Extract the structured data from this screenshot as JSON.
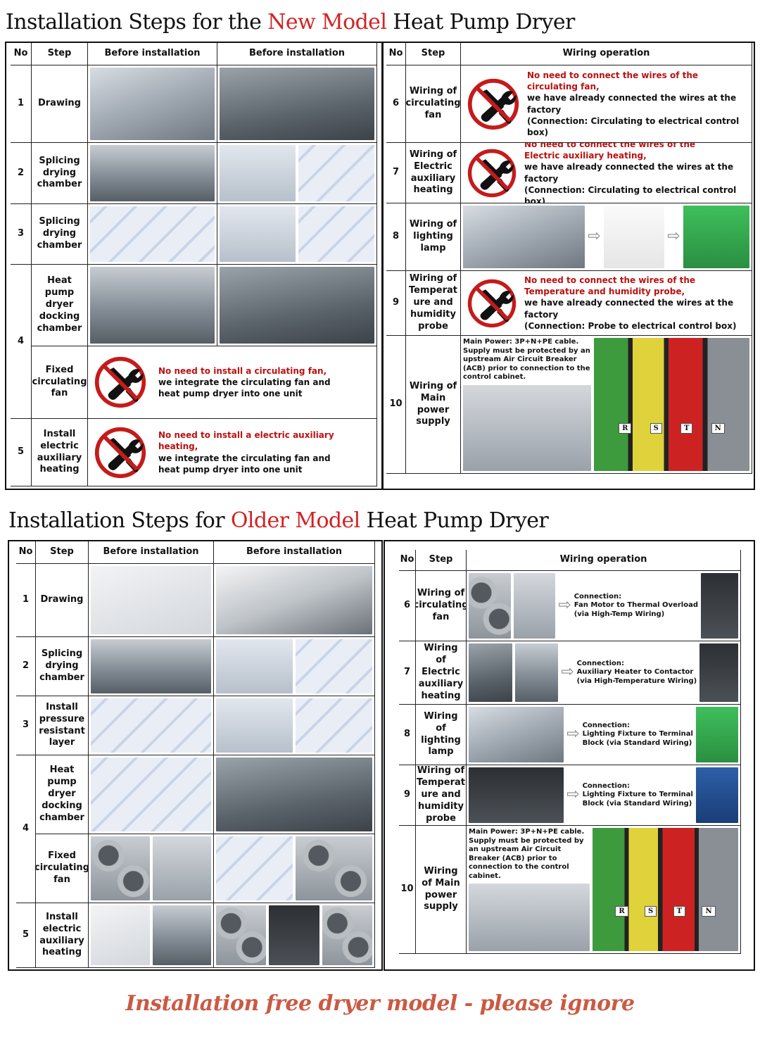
{
  "new": {
    "title_pre": "Installation Steps for the ",
    "title_hl": "New Model",
    "title_post": " Heat Pump Dryer",
    "left_headers": [
      "No",
      "Step",
      "Before installation",
      "Before installation"
    ],
    "right_headers": [
      "No",
      "Step",
      "Wiring operation"
    ],
    "steps": {
      "s1": {
        "no": "1",
        "label": "Drawing"
      },
      "s2": {
        "no": "2",
        "label": "Splicing drying chamber"
      },
      "s3": {
        "no": "3",
        "label": "Splicing drying chamber"
      },
      "s4": {
        "no": "4",
        "label_a": "Heat pump dryer docking chamber",
        "label_b": "Fixed circulating fan",
        "note_red": "No need to install a circulating fan,",
        "note_l2": "we integrate the circulating fan and",
        "note_l3": " heat pump dryer into one unit"
      },
      "s5": {
        "no": "5",
        "label": "Install electric auxiliary heating",
        "note_red": "No need to install a electric auxiliary heating,",
        "note_l2": "we integrate the circulating fan and",
        "note_l3": " heat pump dryer into one unit"
      }
    },
    "wiring": {
      "w6": {
        "no": "6",
        "label": "Wiring of circulating fan",
        "red": "No need to connect the wires of the circulating fan,",
        "l2": "we have already connected the wires at the factory",
        "l3": "(Connection: Circulating to electrical control box)"
      },
      "w7": {
        "no": "7",
        "label": "Wiring of Electric auxiliary heating",
        "red": "No need to connect the wires of the",
        "red2": " Electric auxiliary heating,",
        "l2": "we have already connected the wires at the factory",
        "l3": "(Connection: Circulating to electrical control box)"
      },
      "w8": {
        "no": "8",
        "label": "Wiring of lighting lamp"
      },
      "w9": {
        "no": "9",
        "label": "Wiring of Temperat ure and humidity probe",
        "red": "No need to connect the wires of the",
        "red2": " Temperature and humidity probe,",
        "l2": "we have already connected the wires at the factory",
        "l3": "(Connection: Probe to electrical control box)"
      },
      "w10": {
        "no": "10",
        "label": "Wiring of Main power supply",
        "text": "Main Power: 3P+N+PE cable. Supply must be protected by an upstream Air Circuit Breaker (ACB) prior to connection to the control cabinet.",
        "terms": [
          "R",
          "S",
          "T",
          "N"
        ]
      }
    }
  },
  "old": {
    "title_pre": "Installation Steps for ",
    "title_hl": "Older Model",
    "title_post": " Heat Pump Dryer",
    "left_headers": [
      "No",
      "Step",
      "Before installation",
      "Before installation"
    ],
    "right_headers": [
      "No",
      "Step",
      "Wiring operation"
    ],
    "steps": {
      "s1": {
        "no": "1",
        "label": "Drawing"
      },
      "s2": {
        "no": "2",
        "label": "Splicing drying chamber"
      },
      "s3": {
        "no": "3",
        "label": "Install pressure resistant layer"
      },
      "s4": {
        "no": "4",
        "label_a": "Heat pump dryer docking chamber",
        "label_b": "Fixed circulating fan"
      },
      "s5": {
        "no": "5",
        "label": "Install electric auxiliary heating"
      }
    },
    "wiring": {
      "w6": {
        "no": "6",
        "label": "Wiring of circulating fan",
        "c1": "Connection:",
        "c2": "Fan Motor to Thermal Overload",
        "c3": "(via High-Temp Wiring)"
      },
      "w7": {
        "no": "7",
        "label": "Wiring of Electric auxiliary heating",
        "c1": "Connection:",
        "c2": "Auxiliary Heater to Contactor",
        "c3": "(via High-Temperature Wiring)"
      },
      "w8": {
        "no": "8",
        "label": "Wiring of lighting lamp",
        "c1": "Connection:",
        "c2": "Lighting Fixture to Terminal",
        "c3": "Block (via Standard Wiring)"
      },
      "w9": {
        "no": "9",
        "label": "Wiring of Temperat ure and humidity probe",
        "c1": "Connection:",
        "c2": "Lighting Fixture to Terminal",
        "c3": "Block (via Standard Wiring)"
      },
      "w10": {
        "no": "10",
        "label": "Wiring of Main power supply",
        "text": "Main Power: 3P+N+PE cable. Supply must be protected by an upstream Air Circuit Breaker (ACB) prior to connection to the control cabinet.",
        "terms": [
          "R",
          "S",
          "T",
          "N"
        ]
      }
    }
  },
  "footer": "Installation free dryer model - please ignore",
  "colors": {
    "accent_red": "#d22323",
    "footer": "#cb5a43",
    "note_red": "#b11111"
  },
  "icons": {
    "no_tools": "prohibited-tools-icon",
    "arrow": "right-arrow-icon"
  }
}
